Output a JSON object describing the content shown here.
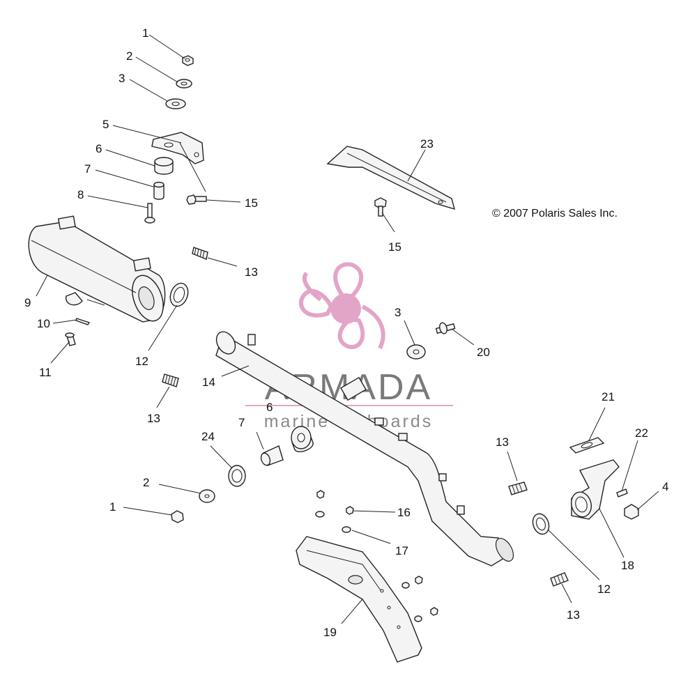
{
  "copyright": "© 2007 Polaris Sales Inc.",
  "watermark": {
    "brand": "ARMADA",
    "tagline": "marine outboards",
    "accent": "#e3a5c7"
  },
  "callouts": {
    "c1a": "1",
    "c2a": "2",
    "c3a": "3",
    "c5": "5",
    "c6a": "6",
    "c7a": "7",
    "c8": "8",
    "c15a": "15",
    "c9": "9",
    "c13a": "13",
    "c10": "10",
    "c11": "11",
    "c12a": "12",
    "c13b": "13",
    "c23": "23",
    "c15b": "15",
    "c3b": "3",
    "c20": "20",
    "c14": "14",
    "c6b": "6",
    "c7b": "7",
    "c24": "24",
    "c2b": "2",
    "c1b": "1",
    "c16": "16",
    "c17": "17",
    "c19": "19",
    "c13c": "13",
    "c21": "21",
    "c22": "22",
    "c4": "4",
    "c18": "18",
    "c12b": "12",
    "c13d": "13"
  }
}
